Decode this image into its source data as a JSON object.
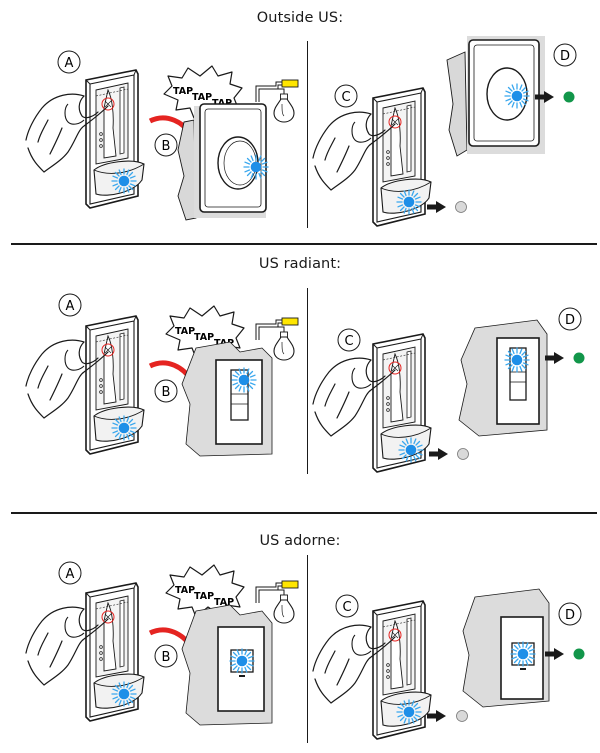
{
  "colors": {
    "led_blue": "#1e8fe8",
    "led_ray": "#39a7ee",
    "arrow_red": "#e52421",
    "status_green": "#12964a",
    "status_grey": "#d9d9d9",
    "yellow": "#ffe600",
    "wall_grey": "#dcdcdc"
  },
  "sections": [
    {
      "title": "Outside US:",
      "variant": "round-dimmer",
      "left_panel": {
        "step_a": "A",
        "step_b": "B",
        "tap_words": [
          "TAP",
          "TAP",
          "TAP"
        ],
        "icons": [
          "hand-icon",
          "detector-icon",
          "red-arrow-icon",
          "tap-burst-icon",
          "light-bulb-icon",
          "switch-icon",
          "blue-led-icon"
        ]
      },
      "right_panel": {
        "step_c": "C",
        "step_d": "D",
        "detector_status": "grey",
        "switch_status": "green"
      }
    },
    {
      "title": "US radiant:",
      "variant": "rocker",
      "left_panel": {
        "step_a": "A",
        "step_b": "B",
        "tap_words": [
          "TAP",
          "TAP",
          "TAP"
        ]
      },
      "right_panel": {
        "step_c": "C",
        "step_d": "D",
        "detector_status": "grey",
        "switch_status": "green"
      }
    },
    {
      "title": "US adorne:",
      "variant": "square-button",
      "left_panel": {
        "step_a": "A",
        "step_b": "B",
        "tap_words": [
          "TAP",
          "TAP",
          "TAP"
        ]
      },
      "right_panel": {
        "step_c": "C",
        "step_d": "D",
        "detector_status": "grey",
        "switch_status": "green"
      }
    }
  ]
}
